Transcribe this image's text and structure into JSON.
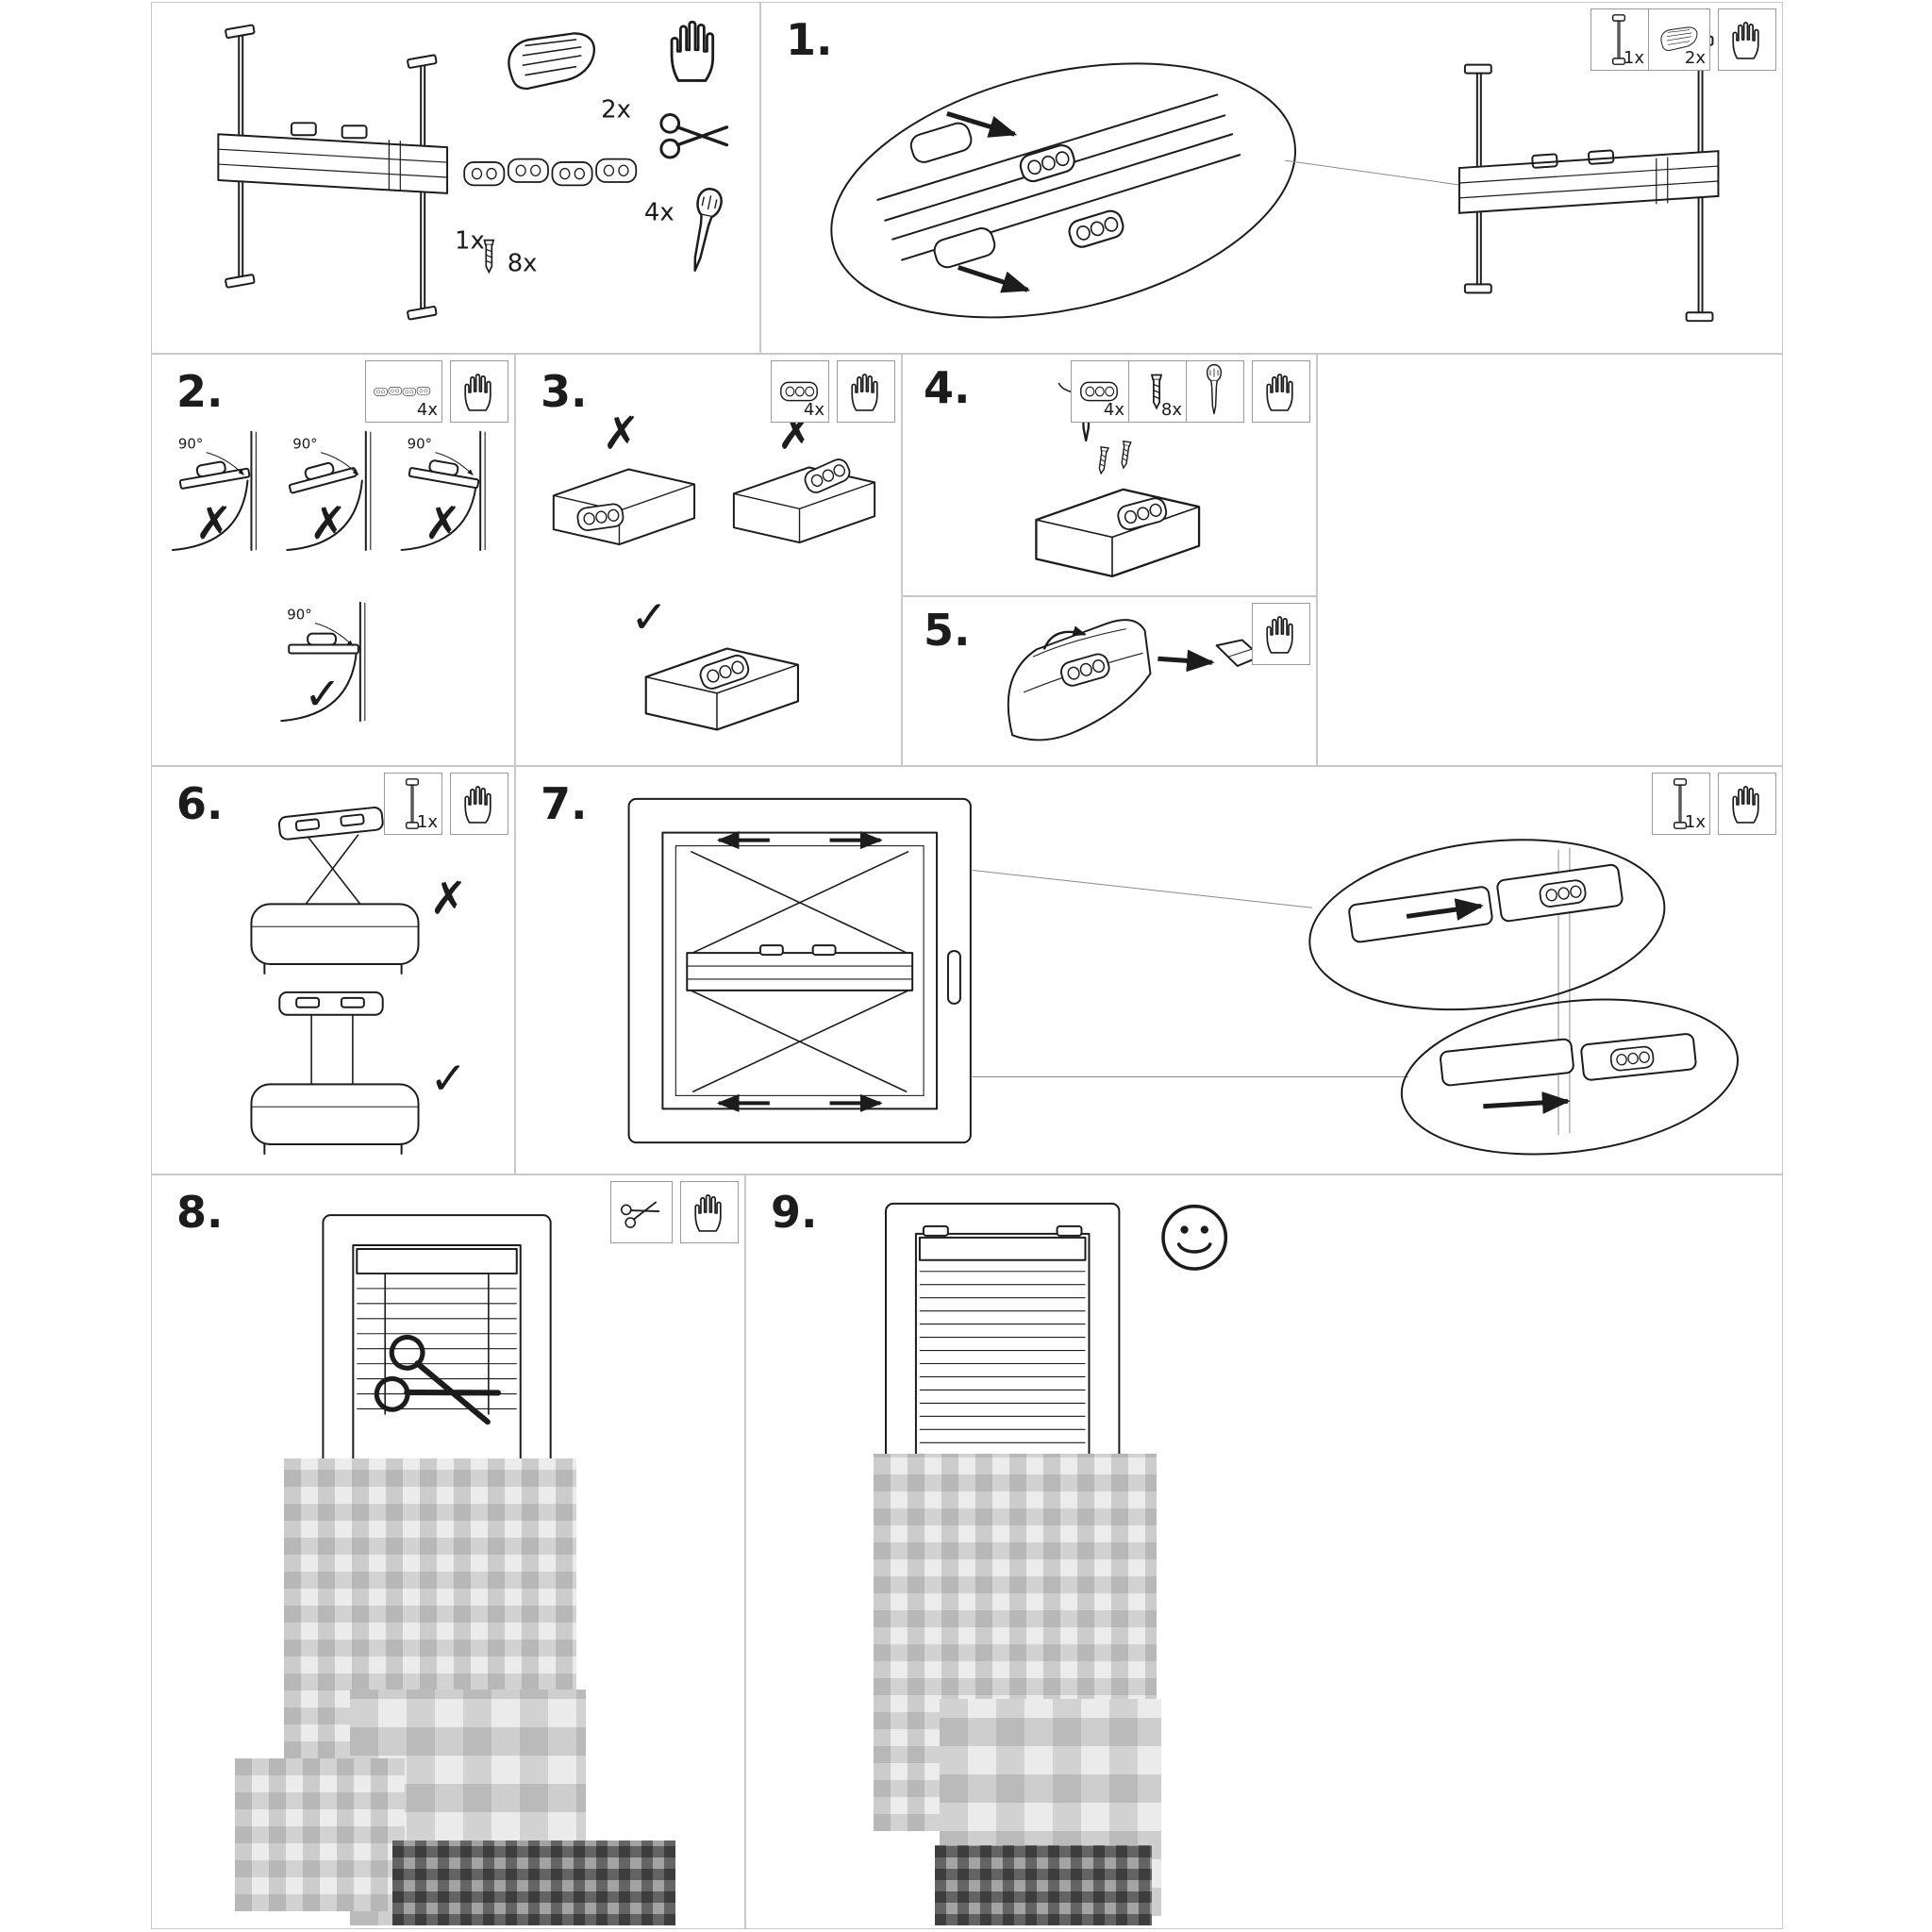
{
  "document": {
    "kind": "assembly-instruction-sheet",
    "background": "#ffffff",
    "line_color": "#1c1c1c",
    "panel_border_color": "#c8c8c8"
  },
  "marks": {
    "wrong": "✗",
    "right": "✓"
  },
  "parts_overview": {
    "rail_assembly_qty": "1x",
    "top_clip_qty": "2x",
    "bracket_strip_qty": "4x",
    "screw_qty": "8x",
    "tools": [
      "hand-icon",
      "scissors-icon",
      "screwdriver-icon"
    ]
  },
  "steps": [
    {
      "num": "1.",
      "tools": [
        {
          "icon": "side-rail-icon",
          "qty": "1x"
        },
        {
          "icon": "top-clip-icon",
          "qty": "2x"
        },
        {
          "icon": "hand-icon",
          "qty": ""
        }
      ]
    },
    {
      "num": "2.",
      "angle": "90°",
      "tools": [
        {
          "icon": "bracket-strip-icon",
          "qty": "4x"
        },
        {
          "icon": "hand-icon",
          "qty": ""
        }
      ]
    },
    {
      "num": "3.",
      "tools": [
        {
          "icon": "bracket-icon",
          "qty": "4x"
        },
        {
          "icon": "hand-icon",
          "qty": ""
        }
      ]
    },
    {
      "num": "4.",
      "tools": [
        {
          "icon": "bracket-icon",
          "qty": "4x"
        },
        {
          "icon": "screw-icon",
          "qty": "8x"
        },
        {
          "icon": "screwdriver-icon",
          "qty": ""
        },
        {
          "icon": "hand-icon",
          "qty": ""
        }
      ]
    },
    {
      "num": "5.",
      "tools": [
        {
          "icon": "hand-icon",
          "qty": ""
        }
      ]
    },
    {
      "num": "6.",
      "tools": [
        {
          "icon": "side-rail-icon",
          "qty": "1x"
        },
        {
          "icon": "hand-icon",
          "qty": ""
        }
      ]
    },
    {
      "num": "7.",
      "tools": [
        {
          "icon": "side-rail-icon",
          "qty": "1x"
        },
        {
          "icon": "hand-icon",
          "qty": ""
        }
      ]
    },
    {
      "num": "8.",
      "tools": [
        {
          "icon": "scissors-icon",
          "qty": ""
        },
        {
          "icon": "hand-icon",
          "qty": ""
        }
      ]
    },
    {
      "num": "9.",
      "tools": [
        {
          "icon": "smiley-icon",
          "qty": ""
        }
      ]
    }
  ]
}
